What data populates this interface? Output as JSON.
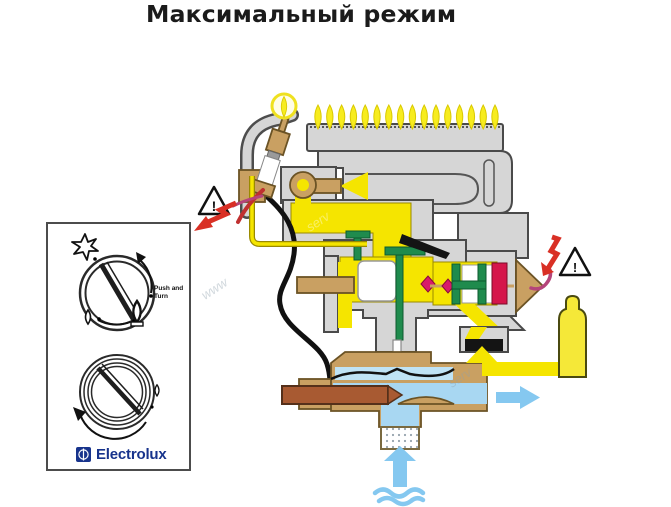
{
  "title": "Максимальный режим",
  "panel": {
    "brand": "Electrolux",
    "knob_top": {
      "instruction_line1": "Push and",
      "instruction_line2": "Turn"
    }
  },
  "diagram": {
    "mode": "maximum",
    "burner_flame_count": 16,
    "warning_exclamation": "!",
    "watermarks": [
      "www",
      "serv",
      "serv"
    ],
    "colors": {
      "gas_yellow": "#F5E500",
      "flame_yellow": "#F7EC1E",
      "body_gray": "#D6D6D6",
      "outline_gray": "#4A4A4A",
      "brass_tan": "#C9A062",
      "copper_brown": "#A85A32",
      "water_blue": "#A8D7F2",
      "arrow_blue": "#85C8F0",
      "valve_green": "#1F8B4D",
      "solenoid_red": "#D5154A",
      "seal_magenta": "#D81C6A",
      "warning_red": "#D93025",
      "wire_pink": "#B5447A",
      "brand_blue": "#17338C"
    }
  }
}
